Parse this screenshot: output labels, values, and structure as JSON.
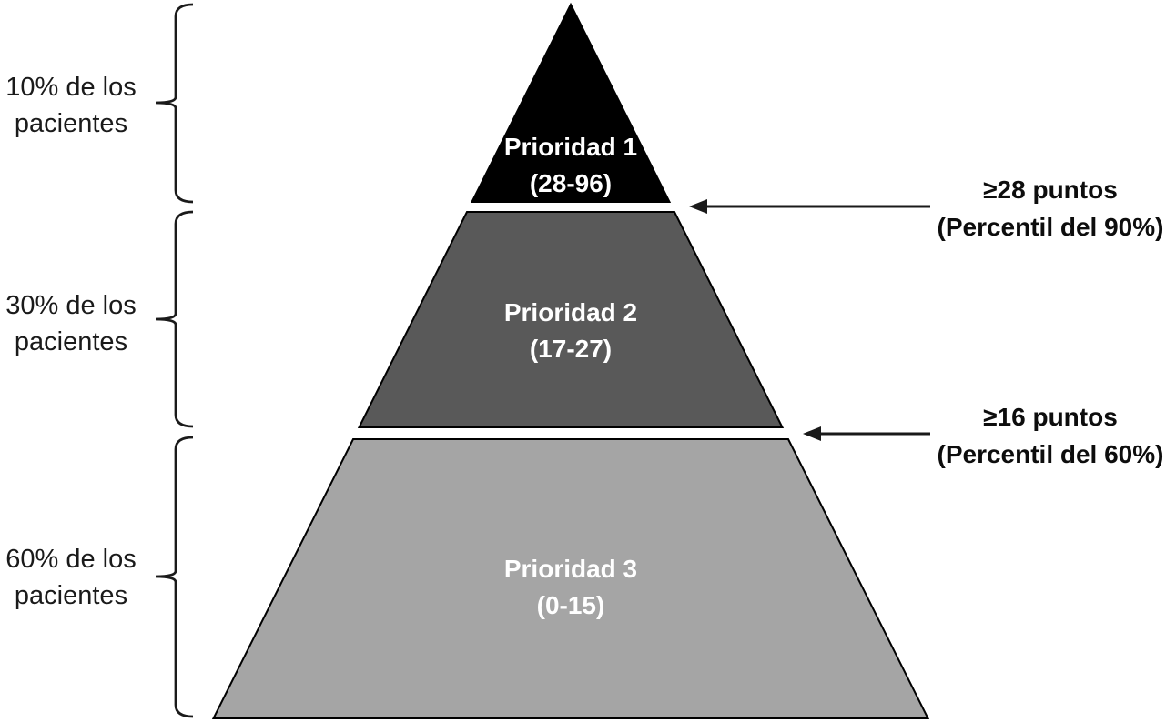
{
  "colors": {
    "level1_fill": "#000000",
    "level2_fill": "#595959",
    "level3_fill": "#a5a5a5",
    "outline": "#1a1a1a",
    "label_on_pyramid": "#ffffff",
    "text": "#000000"
  },
  "pyramid": {
    "levels": [
      {
        "title": "Prioridad 1",
        "range": "(28-96)",
        "patients_line1": "10% de los",
        "patients_line2": "pacientes",
        "percent": 10
      },
      {
        "title": "Prioridad 2",
        "range": "(17-27)",
        "patients_line1": "30% de los",
        "patients_line2": "pacientes",
        "percent": 30
      },
      {
        "title": "Prioridad 3",
        "range": "(0-15)",
        "patients_line1": "60% de los",
        "patients_line2": "pacientes",
        "percent": 60
      }
    ]
  },
  "thresholds": [
    {
      "points": "≥28 puntos",
      "percentile": "(Percentil del 90%)"
    },
    {
      "points": "≥16 puntos",
      "percentile": "(Percentil del 60%)"
    }
  ]
}
